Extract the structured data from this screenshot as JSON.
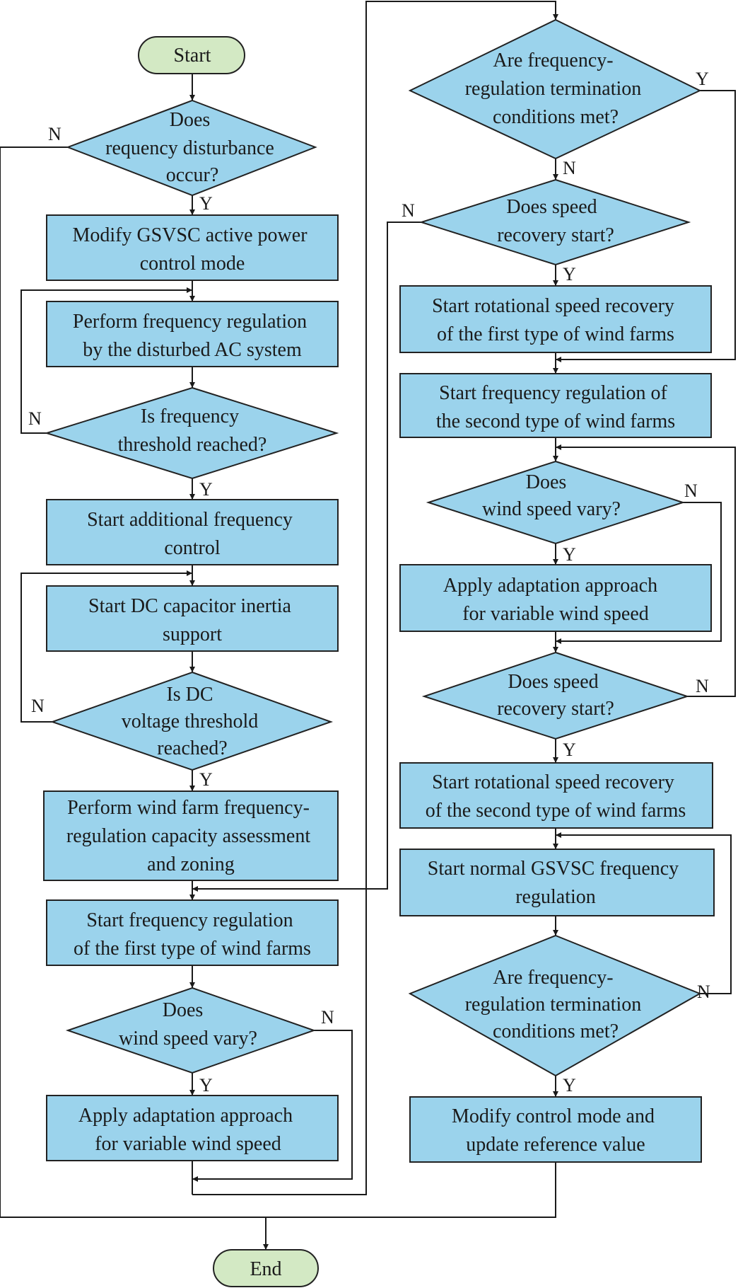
{
  "nodes": {
    "start": "Start",
    "q_disturb": [
      "Does",
      "requency disturbance",
      "occur?"
    ],
    "modify_gsvsc": [
      "Modify GSVSC active power",
      "control mode"
    ],
    "perform_freq_ac": [
      "Perform frequency regulation",
      "by the disturbed AC system"
    ],
    "q_freq_threshold": [
      "Is frequency",
      "threshold reached?"
    ],
    "start_additional": [
      "Start additional frequency",
      "control"
    ],
    "start_dc_cap": [
      "Start DC capacitor inertia",
      "support"
    ],
    "q_dc_voltage": [
      "Is DC",
      "voltage threshold",
      "reached?"
    ],
    "assess_zoning": [
      "Perform wind farm frequency-",
      "regulation capacity assessment",
      "and zoning"
    ],
    "start_freq_first": [
      "Start frequency regulation",
      "of the first type of wind farms"
    ],
    "q_wind_vary_1": [
      "Does",
      "wind speed vary?"
    ],
    "apply_adapt_1": [
      "Apply adaptation approach",
      "for variable wind speed"
    ],
    "q_term_1": [
      "Are frequency-",
      "regulation termination",
      "conditions met?"
    ],
    "q_speed_recov_1": [
      "Does speed",
      "recovery start?"
    ],
    "start_rot_first": [
      "Start rotational speed recovery",
      "of the first type of wind farms"
    ],
    "start_freq_second": [
      "Start frequency regulation of",
      "the second type of wind farms"
    ],
    "q_wind_vary_2": [
      "Does",
      "wind speed vary?"
    ],
    "apply_adapt_2": [
      "Apply adaptation approach",
      "for variable wind speed"
    ],
    "q_speed_recov_2": [
      "Does speed",
      "recovery start?"
    ],
    "start_rot_second": [
      "Start rotational speed recovery",
      "of the second type of wind farms"
    ],
    "start_normal": [
      "Start normal GSVSC frequency",
      "regulation"
    ],
    "q_term_2": [
      "Are frequency-",
      "regulation termination",
      "conditions met?"
    ],
    "modify_control": [
      "Modify control mode and",
      "update reference value"
    ],
    "end": "End"
  },
  "branches": {
    "yes": "Y",
    "no": "N"
  },
  "colors": {
    "process": "#9bd3ec",
    "terminal": "#d3e9c4",
    "line": "#1a1a1a"
  }
}
